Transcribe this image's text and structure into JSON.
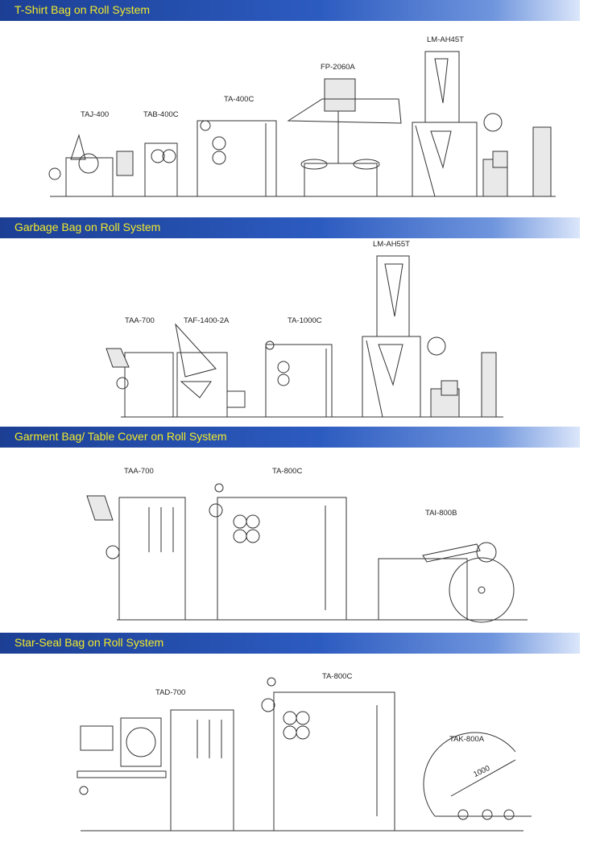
{
  "sections": [
    {
      "title": "T-Shirt Bag on Roll System",
      "machines": [
        "TAJ-400",
        "TAB-400C",
        "TA-400C",
        "FP-2060A",
        "LM-AH45T"
      ]
    },
    {
      "title": "Garbage Bag on Roll System",
      "machines": [
        "TAA-700",
        "TAF-1400-2A",
        "TA-1000C",
        "LM-AH55T"
      ]
    },
    {
      "title": "Garment Bag/ Table Cover on Roll System",
      "machines": [
        "TAA-700",
        "TA-800C",
        "TAI-800B"
      ]
    },
    {
      "title": "Star-Seal Bag on Roll System",
      "machines": [
        "TAD-700",
        "TA-800C",
        "TAK-800A"
      ],
      "dimension_label": "1000"
    }
  ],
  "colors": {
    "banner_start": "#1c3f94",
    "banner_end": "#dbe6fa",
    "title_text": "#f2ea2a",
    "line_art": "#333333"
  }
}
